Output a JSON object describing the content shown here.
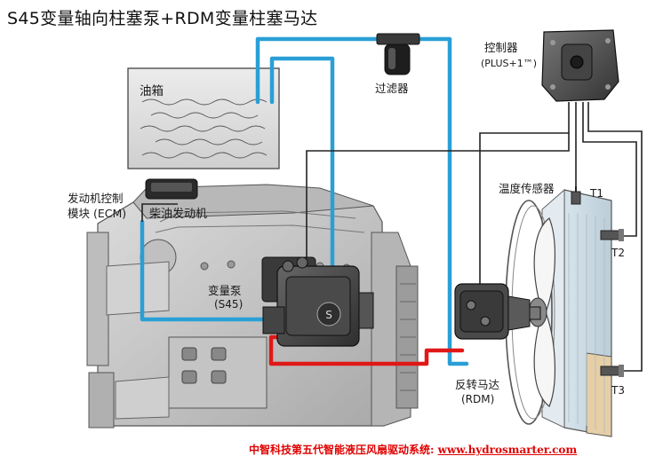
{
  "title": "S45变量轴向柱塞泵+RDM变量柱塞马达",
  "labels": {
    "tank": "油箱",
    "filter": "过滤器",
    "controller_name": "控制器",
    "controller_model": "(PLUS+1™)",
    "ecm_line1": "发动机控制",
    "ecm_line2": "模块 (ECM)",
    "engine": "柴油发动机",
    "pump_name": "变量泵",
    "pump_model": "(S45)",
    "temp_sensor": "温度传感器",
    "t1": "T1",
    "t2": "T2",
    "t3": "T3",
    "motor_name": "反转马达",
    "motor_model": "(RDM)"
  },
  "footer": {
    "text": "中智科技第五代智能液压风扇驱动系统:",
    "url": "www.hydrosmarter.com"
  },
  "colors": {
    "hydraulic_line": "#2a9fd6",
    "pressure_line": "#e01818",
    "signal_line": "#222222",
    "engine_fill": "#c9c9c9",
    "footer_text": "#e00000"
  }
}
